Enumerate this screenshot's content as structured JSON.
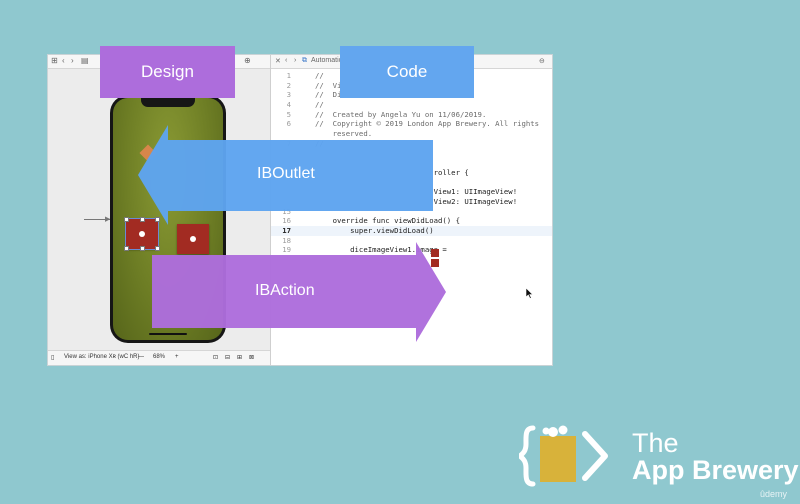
{
  "overlay": {
    "design_label": "Design",
    "code_label": "Code",
    "ib_outlet_label": "IBOutlet",
    "ib_action_label": "IBAction",
    "design_color": "#ad6ddc",
    "code_color": "#63a6ef",
    "outlet_arrow_color": "#5ea4ef",
    "action_arrow_color": "#ad6ddc"
  },
  "interface_builder": {
    "bottom_bar": {
      "view_as": "View as: iPhone Xʀ (wC hR)",
      "zoom_out": "—",
      "zoom": "68%",
      "zoom_in": "+"
    },
    "dice_color": "#a22b22"
  },
  "code_editor": {
    "toolbar_label": "Automatic",
    "lines": [
      {
        "n": "1",
        "text": "//"
      },
      {
        "n": "2",
        "text": "//  ViewCo"
      },
      {
        "n": "3",
        "text": "//  Dicee-"
      },
      {
        "n": "4",
        "text": "//"
      },
      {
        "n": "5",
        "text": "//  Created by Angela Yu on 11/06/2019."
      },
      {
        "n": "6",
        "text": "//  Copyright © 2019 London App Brewery. All rights"
      },
      {
        "n": "",
        "text": "    reserved."
      },
      {
        "n": "7",
        "text": "//"
      },
      {
        "n": "",
        "text": ""
      },
      {
        "n": "",
        "text": ""
      },
      {
        "n": "",
        "text": "                           roller {"
      },
      {
        "n": "",
        "text": ""
      },
      {
        "n": "",
        "text": "                           View1: UIImageView!"
      },
      {
        "n": "",
        "text": "                           View2: UIImageView!"
      },
      {
        "n": "15",
        "text": ""
      },
      {
        "n": "16",
        "text": "    override func viewDidLoad() {"
      },
      {
        "n": "17",
        "text": "        super.viewDidLoad()"
      },
      {
        "n": "18",
        "text": ""
      },
      {
        "n": "19",
        "text": "        diceImageView1.image = "
      }
    ]
  },
  "branding": {
    "line1": "The",
    "line2": "App Brewery",
    "icon_color": "#d8b23a",
    "watermark": "ûdemy"
  }
}
